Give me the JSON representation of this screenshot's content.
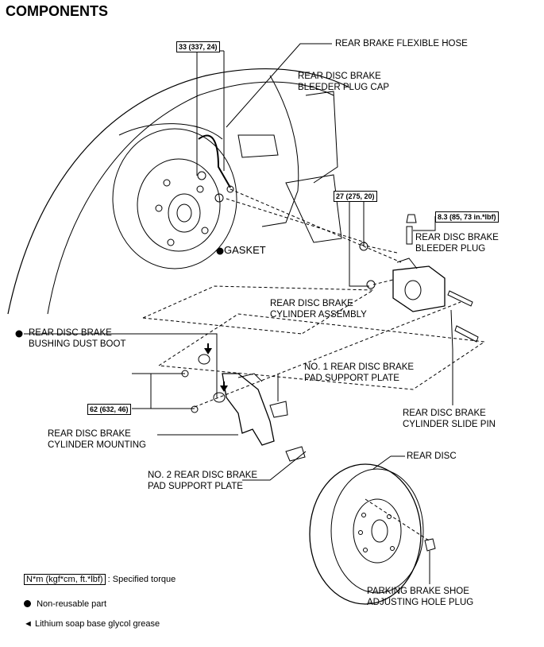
{
  "title": "COMPONENTS",
  "labels": {
    "flexible_hose": "REAR BRAKE FLEXIBLE HOSE",
    "bleeder_cap_1": "REAR DISC BRAKE",
    "bleeder_cap_2": "BLEEDER PLUG CAP",
    "gasket": "GASKET",
    "bleeder_plug_1": "REAR DISC BRAKE",
    "bleeder_plug_2": "BLEEDER PLUG",
    "cyl_assembly_1": "REAR DISC BRAKE",
    "cyl_assembly_2": "CYLINDER ASSEMBLY",
    "bushing_boot_1": "REAR DISC BRAKE",
    "bushing_boot_2": "BUSHING DUST BOOT",
    "pad_plate1_1": "NO. 1 REAR DISC BRAKE",
    "pad_plate1_2": "PAD SUPPORT PLATE",
    "slide_pin_1": "REAR DISC BRAKE",
    "slide_pin_2": "CYLINDER SLIDE PIN",
    "mounting_1": "REAR DISC BRAKE",
    "mounting_2": "CYLINDER MOUNTING",
    "pad_plate2_1": "NO. 2 REAR DISC BRAKE",
    "pad_plate2_2": "PAD SUPPORT PLATE",
    "rear_disc": "REAR DISC",
    "hole_plug_1": "PARKING BRAKE SHOE",
    "hole_plug_2": "ADJUSTING HOLE PLUG"
  },
  "torques": {
    "hose": "33 (337, 24)",
    "caliper": "27 (275, 20)",
    "bleeder": "8.3 (85, 73 in.*lbf)",
    "mounting": "62 (632, 46)"
  },
  "legend": {
    "torque_box": "N*m (kgf*cm, ft.*lbf)",
    "torque_text": ": Specified torque",
    "nonreusable": "Non-reusable part",
    "grease": "Lithium soap base glycol grease"
  }
}
